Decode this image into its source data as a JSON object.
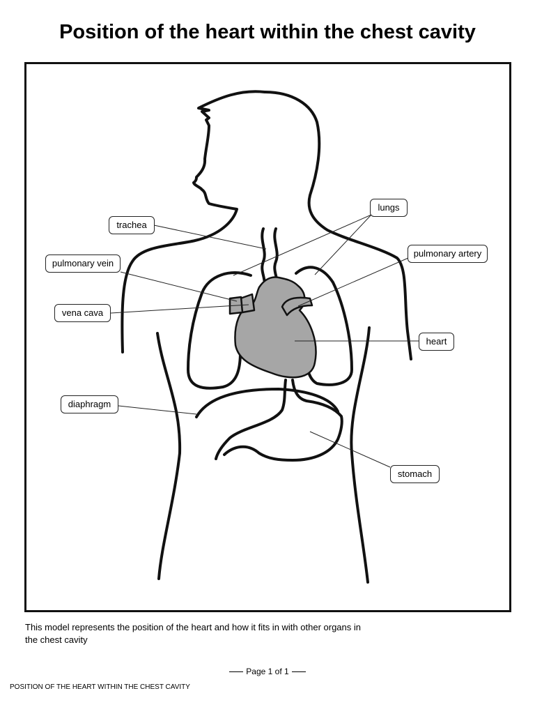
{
  "title": "Position of the heart within the chest cavity",
  "labels": {
    "trachea": "trachea",
    "lungs": "lungs",
    "pulmonary_vein": "pulmonary vein",
    "pulmonary_artery": "pulmonary artery",
    "vena_cava": "vena cava",
    "heart": "heart",
    "diaphragm": "diaphragm",
    "stomach": "stomach"
  },
  "caption": "This model represents the position of the heart and how it fits in with other organs in the chest cavity",
  "page_number": "Page 1 of 1",
  "footer": "POSITION OF THE HEART WITHIN THE CHEST CAVITY",
  "colors": {
    "heart_fill": "#a6a6a6",
    "outline": "#111111"
  }
}
